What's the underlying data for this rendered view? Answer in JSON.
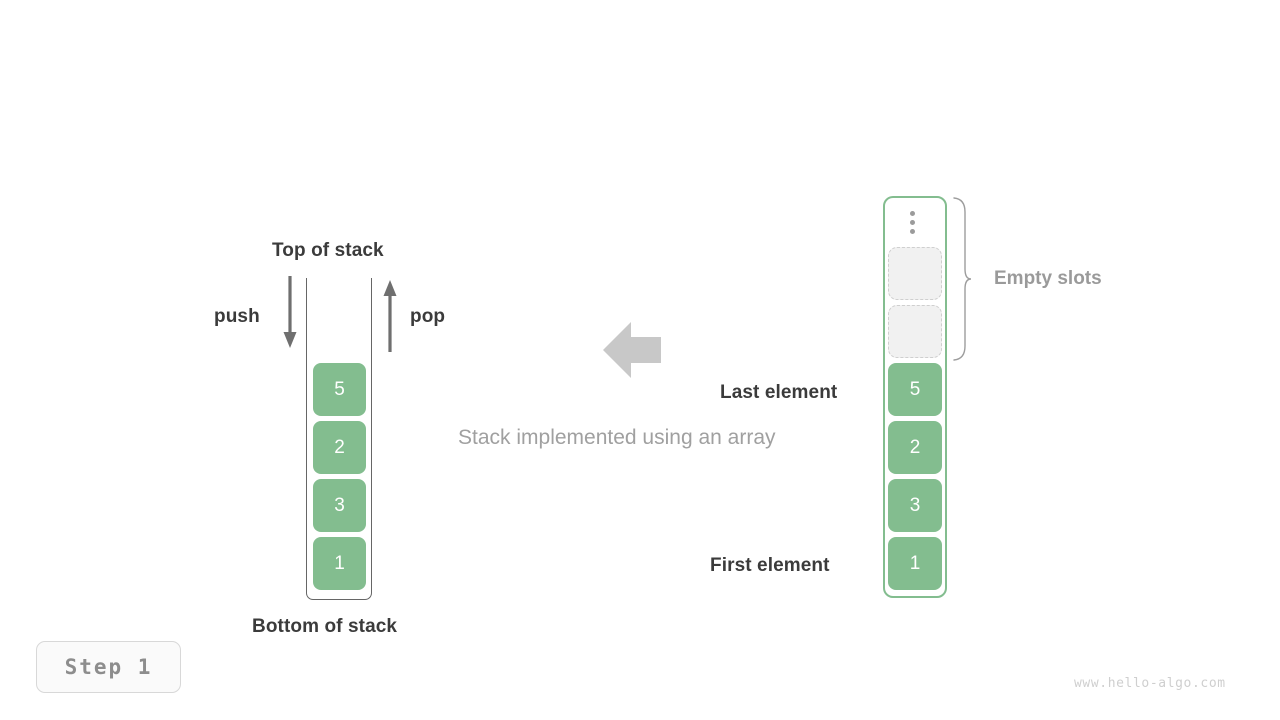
{
  "diagram": {
    "caption": "Stack implemented using an array",
    "left": {
      "top_label": "Top of stack",
      "bottom_label": "Bottom of stack",
      "push_label": "push",
      "pop_label": "pop",
      "cells": [
        "5",
        "2",
        "3",
        "1"
      ]
    },
    "right": {
      "empty_slots_label": "Empty slots",
      "last_element_label": "Last element",
      "first_element_label": "First element",
      "ellipsis": "vertical-ellipsis",
      "empty_slot_count": 2,
      "cells": [
        "5",
        "2",
        "3",
        "1"
      ]
    },
    "transform_arrow": "left-arrow"
  },
  "step_badge": {
    "text": "Step 1"
  },
  "watermark": {
    "text": "www.hello-algo.com"
  },
  "colors": {
    "element_green": "#83bd8f",
    "container_green": "#83bd8f",
    "text_dark": "#3b3b3b",
    "text_gray": "#9a9a9a",
    "caption_gray": "#a0a0a0",
    "empty_slot_fill": "#f1f1f1",
    "empty_slot_border": "#cfcfcf",
    "arrow_gray": "#c8c8c8"
  }
}
